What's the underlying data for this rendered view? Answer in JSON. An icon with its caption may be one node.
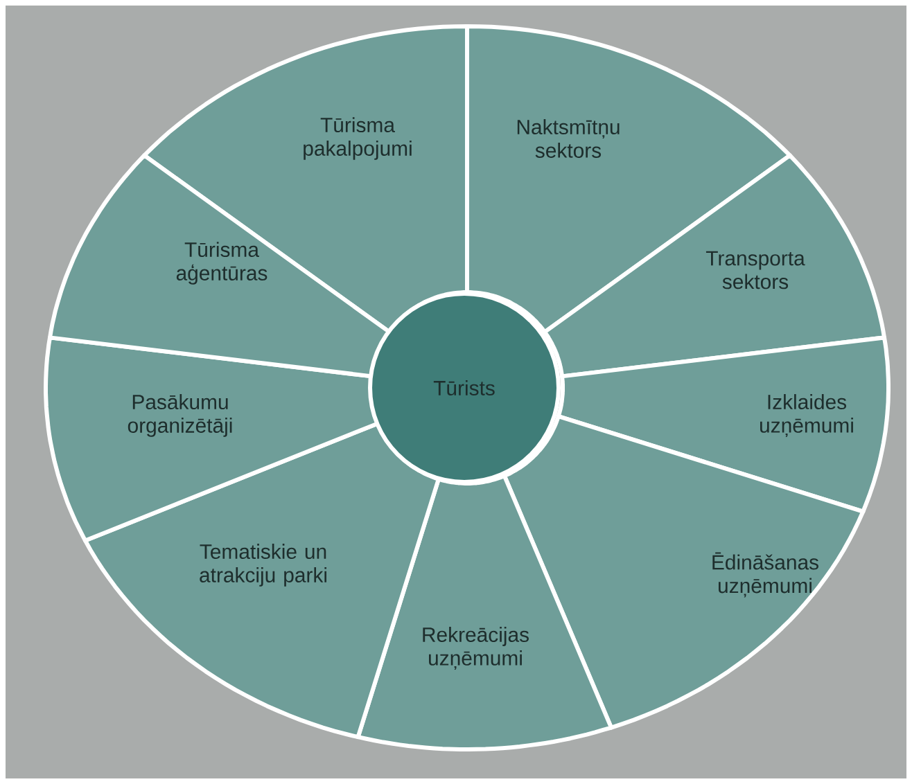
{
  "diagram": {
    "nodes": [
      {
        "text": [
          "Tūrisma pakalpojumi"
        ]
      },
      {
        "text": [
          "Naktsmītņu sektors"
        ]
      },
      {
        "text": [
          "Transporta sektors"
        ]
      },
      {
        "text": [
          "Izklaides uzņēmumi"
        ]
      },
      {
        "text": [
          "Ēdināšanas uzņēmumi"
        ]
      },
      {
        "text": [
          "Rekreācijas uzņēmumi"
        ]
      },
      {
        "text": [
          "Tematiskie un atrakciju parki"
        ]
      },
      {
        "text": [
          "Pasākumu organizētāji"
        ]
      },
      {
        "text": [
          "Tūrisma aģentūras"
        ]
      },
      {
        "text": [
          "Tūrists"
        ]
      }
    ]
  }
}
